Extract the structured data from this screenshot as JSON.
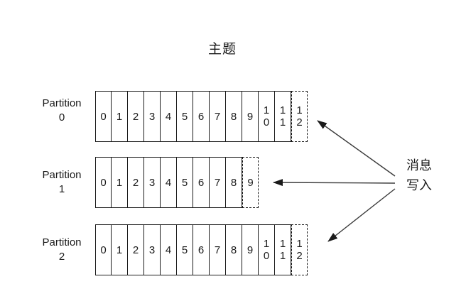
{
  "title": "主题",
  "message_label": {
    "line1": "消息",
    "line2": "写入"
  },
  "partitions": [
    {
      "label_line1": "Partition",
      "label_line2": "0",
      "cells": [
        {
          "t": "0"
        },
        {
          "t": "1"
        },
        {
          "t": "2"
        },
        {
          "t": "3"
        },
        {
          "t": "4"
        },
        {
          "t": "5"
        },
        {
          "t": "6"
        },
        {
          "t": "7"
        },
        {
          "t": "8"
        },
        {
          "t": "9"
        },
        {
          "t": "1",
          "b": "0"
        },
        {
          "t": "1",
          "b": "1"
        },
        {
          "t": "1",
          "b": "2",
          "pending": true
        }
      ]
    },
    {
      "label_line1": "Partition",
      "label_line2": "1",
      "cells": [
        {
          "t": "0"
        },
        {
          "t": "1"
        },
        {
          "t": "2"
        },
        {
          "t": "3"
        },
        {
          "t": "4"
        },
        {
          "t": "5"
        },
        {
          "t": "6"
        },
        {
          "t": "7"
        },
        {
          "t": "8"
        },
        {
          "t": "9",
          "pending": true
        }
      ]
    },
    {
      "label_line1": "Partition",
      "label_line2": "2",
      "cells": [
        {
          "t": "0"
        },
        {
          "t": "1"
        },
        {
          "t": "2"
        },
        {
          "t": "3"
        },
        {
          "t": "4"
        },
        {
          "t": "5"
        },
        {
          "t": "6"
        },
        {
          "t": "7"
        },
        {
          "t": "8"
        },
        {
          "t": "9"
        },
        {
          "t": "1",
          "b": "0"
        },
        {
          "t": "1",
          "b": "1"
        },
        {
          "t": "1",
          "b": "2",
          "pending": true
        }
      ]
    }
  ],
  "colors": {
    "line": "#1a1a1a",
    "arrow": "#3a3a3a"
  }
}
